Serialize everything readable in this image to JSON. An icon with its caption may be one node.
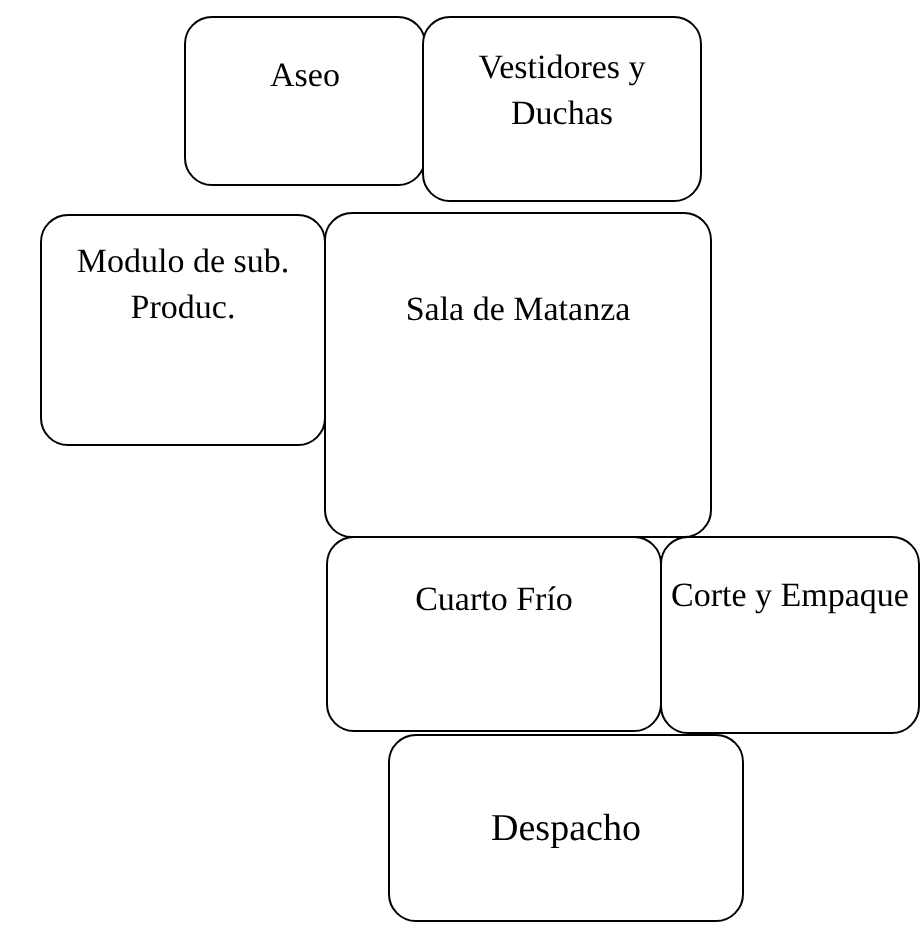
{
  "diagram": {
    "nodes": [
      {
        "text": [
          "Aseo"
        ]
      },
      {
        "text": [
          "Vestidores y Duchas"
        ]
      },
      {
        "text": [
          "Modulo de sub. Produc."
        ]
      },
      {
        "text": [
          "Sala de Matanza"
        ]
      },
      {
        "text": [
          "Cuarto Frío"
        ]
      },
      {
        "text": [
          "Corte y Empaque"
        ]
      },
      {
        "text": [
          "Despacho"
        ]
      }
    ]
  }
}
